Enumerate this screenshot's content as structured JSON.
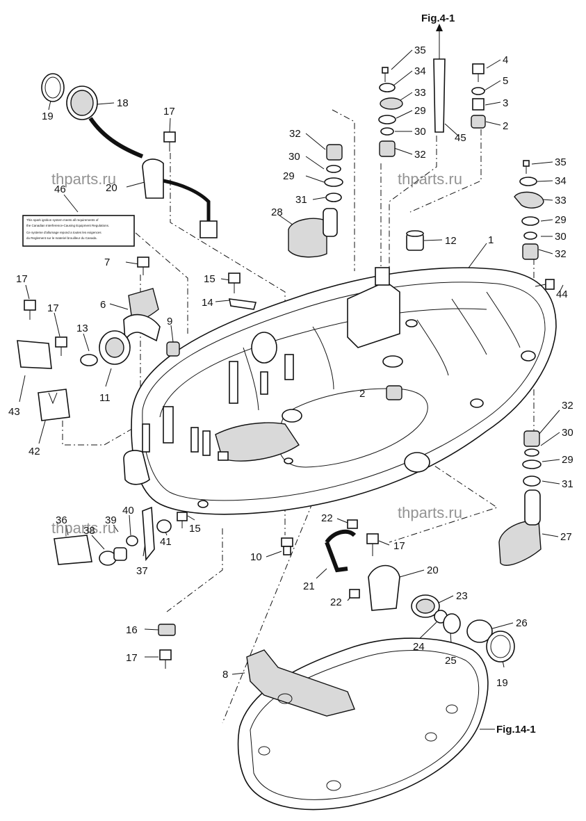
{
  "figure_refs": {
    "top": "Fig.4-1",
    "bottom": "Fig.14-1"
  },
  "watermarks": [
    "thparts.ru",
    "thparts.ru",
    "thparts.ru",
    "thparts.ru"
  ],
  "decal_text": [
    "This spark ignition system meets all requirements of",
    "the Canadian Interference-Causing Equipment Regulations.",
    "Ce systeme d'allumage repond a toutes les exigences",
    "du Reglement sur le materiel brouilleur du Canada."
  ],
  "callouts": [
    {
      "id": "c1",
      "label": "1"
    },
    {
      "id": "c2a",
      "label": "2"
    },
    {
      "id": "c2b",
      "label": "2"
    },
    {
      "id": "c3",
      "label": "3"
    },
    {
      "id": "c4",
      "label": "4"
    },
    {
      "id": "c5",
      "label": "5"
    },
    {
      "id": "c6",
      "label": "6"
    },
    {
      "id": "c7",
      "label": "7"
    },
    {
      "id": "c8",
      "label": "8"
    },
    {
      "id": "c9",
      "label": "9"
    },
    {
      "id": "c10",
      "label": "10"
    },
    {
      "id": "c11",
      "label": "11"
    },
    {
      "id": "c12",
      "label": "12"
    },
    {
      "id": "c13",
      "label": "13"
    },
    {
      "id": "c14",
      "label": "14"
    },
    {
      "id": "c15a",
      "label": "15"
    },
    {
      "id": "c15b",
      "label": "15"
    },
    {
      "id": "c16",
      "label": "16"
    },
    {
      "id": "c17a",
      "label": "17"
    },
    {
      "id": "c17b",
      "label": "17"
    },
    {
      "id": "c17c",
      "label": "17"
    },
    {
      "id": "c17d",
      "label": "17"
    },
    {
      "id": "c17e",
      "label": "17"
    },
    {
      "id": "c18",
      "label": "18"
    },
    {
      "id": "c19a",
      "label": "19"
    },
    {
      "id": "c19b",
      "label": "19"
    },
    {
      "id": "c20a",
      "label": "20"
    },
    {
      "id": "c20b",
      "label": "20"
    },
    {
      "id": "c21",
      "label": "21"
    },
    {
      "id": "c22a",
      "label": "22"
    },
    {
      "id": "c22b",
      "label": "22"
    },
    {
      "id": "c23",
      "label": "23"
    },
    {
      "id": "c24",
      "label": "24"
    },
    {
      "id": "c25",
      "label": "25"
    },
    {
      "id": "c26",
      "label": "26"
    },
    {
      "id": "c27",
      "label": "27"
    },
    {
      "id": "c28",
      "label": "28"
    },
    {
      "id": "c29a",
      "label": "29"
    },
    {
      "id": "c29b",
      "label": "29"
    },
    {
      "id": "c29c",
      "label": "29"
    },
    {
      "id": "c29d",
      "label": "29"
    },
    {
      "id": "c30a",
      "label": "30"
    },
    {
      "id": "c30b",
      "label": "30"
    },
    {
      "id": "c30c",
      "label": "30"
    },
    {
      "id": "c30d",
      "label": "30"
    },
    {
      "id": "c31a",
      "label": "31"
    },
    {
      "id": "c31b",
      "label": "31"
    },
    {
      "id": "c32a",
      "label": "32"
    },
    {
      "id": "c32b",
      "label": "32"
    },
    {
      "id": "c32c",
      "label": "32"
    },
    {
      "id": "c32d",
      "label": "32"
    },
    {
      "id": "c33a",
      "label": "33"
    },
    {
      "id": "c33b",
      "label": "33"
    },
    {
      "id": "c34a",
      "label": "34"
    },
    {
      "id": "c34b",
      "label": "34"
    },
    {
      "id": "c35a",
      "label": "35"
    },
    {
      "id": "c35b",
      "label": "35"
    },
    {
      "id": "c36",
      "label": "36"
    },
    {
      "id": "c37",
      "label": "37"
    },
    {
      "id": "c38",
      "label": "38"
    },
    {
      "id": "c39",
      "label": "39"
    },
    {
      "id": "c40",
      "label": "40"
    },
    {
      "id": "c41",
      "label": "41"
    },
    {
      "id": "c42",
      "label": "42"
    },
    {
      "id": "c43",
      "label": "43"
    },
    {
      "id": "c44",
      "label": "44"
    },
    {
      "id": "c45",
      "label": "45"
    },
    {
      "id": "c46",
      "label": "46"
    }
  ]
}
